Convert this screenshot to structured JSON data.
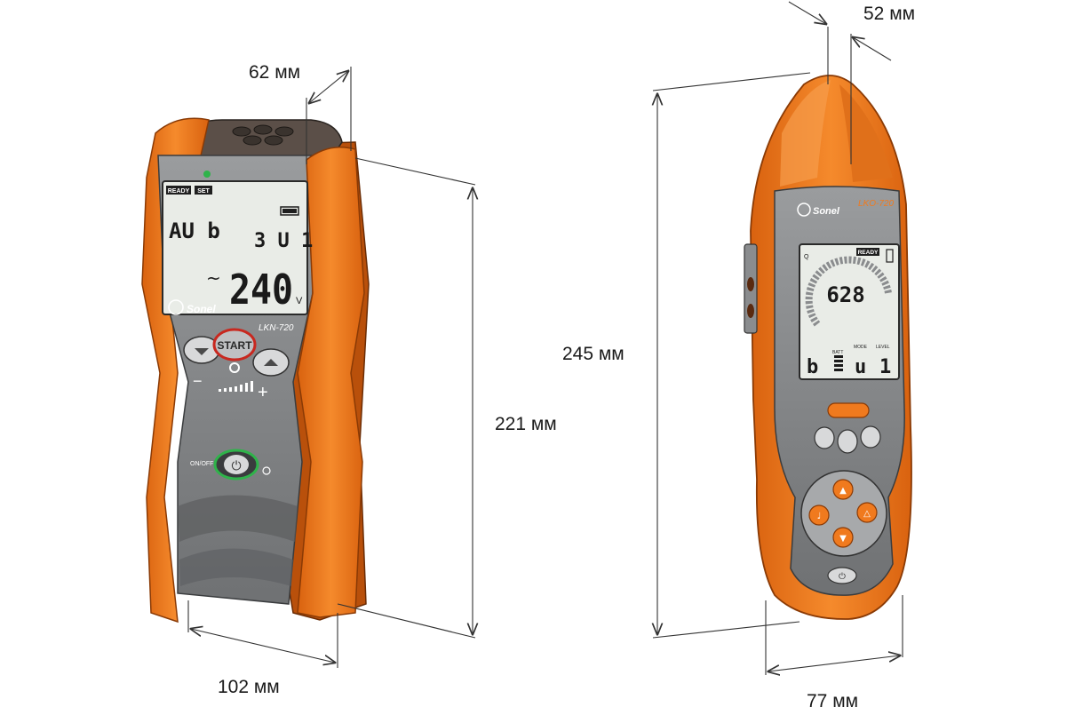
{
  "dimensions": {
    "left_device_depth": "62 мм",
    "left_device_height": "221 мм",
    "left_device_width": "102 мм",
    "right_device_depth": "52 мм",
    "right_device_height": "245 мм",
    "right_device_width": "77 мм"
  },
  "receiver_device": {
    "brand": "Sonel",
    "model": "LKN-720",
    "status_ready": "READY",
    "status_set": "SET",
    "lcd_mode_left": "AU b",
    "lcd_mode_right": "3 U 1",
    "lcd_ac_symbol": "~",
    "lcd_voltage": "240",
    "lcd_unit": "V",
    "start_button": "START",
    "minus_label": "−",
    "plus_label": "+",
    "onoff_label": "ON/OFF"
  },
  "transmitter_device": {
    "brand": "Sonel",
    "model": "LKO-720",
    "status_ready": "READY",
    "lcd_reading": "628",
    "lcd_q": "Q",
    "label_batt": "BATT",
    "label_mode": "MODE",
    "label_level": "LEVEL",
    "lcd_bottom_b": "b",
    "lcd_bottom_u": "u",
    "lcd_bottom_level": "1"
  },
  "colors": {
    "orange": "#f07a1e",
    "orange_dark": "#c85a0c",
    "gray_body": "#8a8c8e",
    "lcd_bg": "#e9ece7",
    "dim_line": "#333333"
  }
}
